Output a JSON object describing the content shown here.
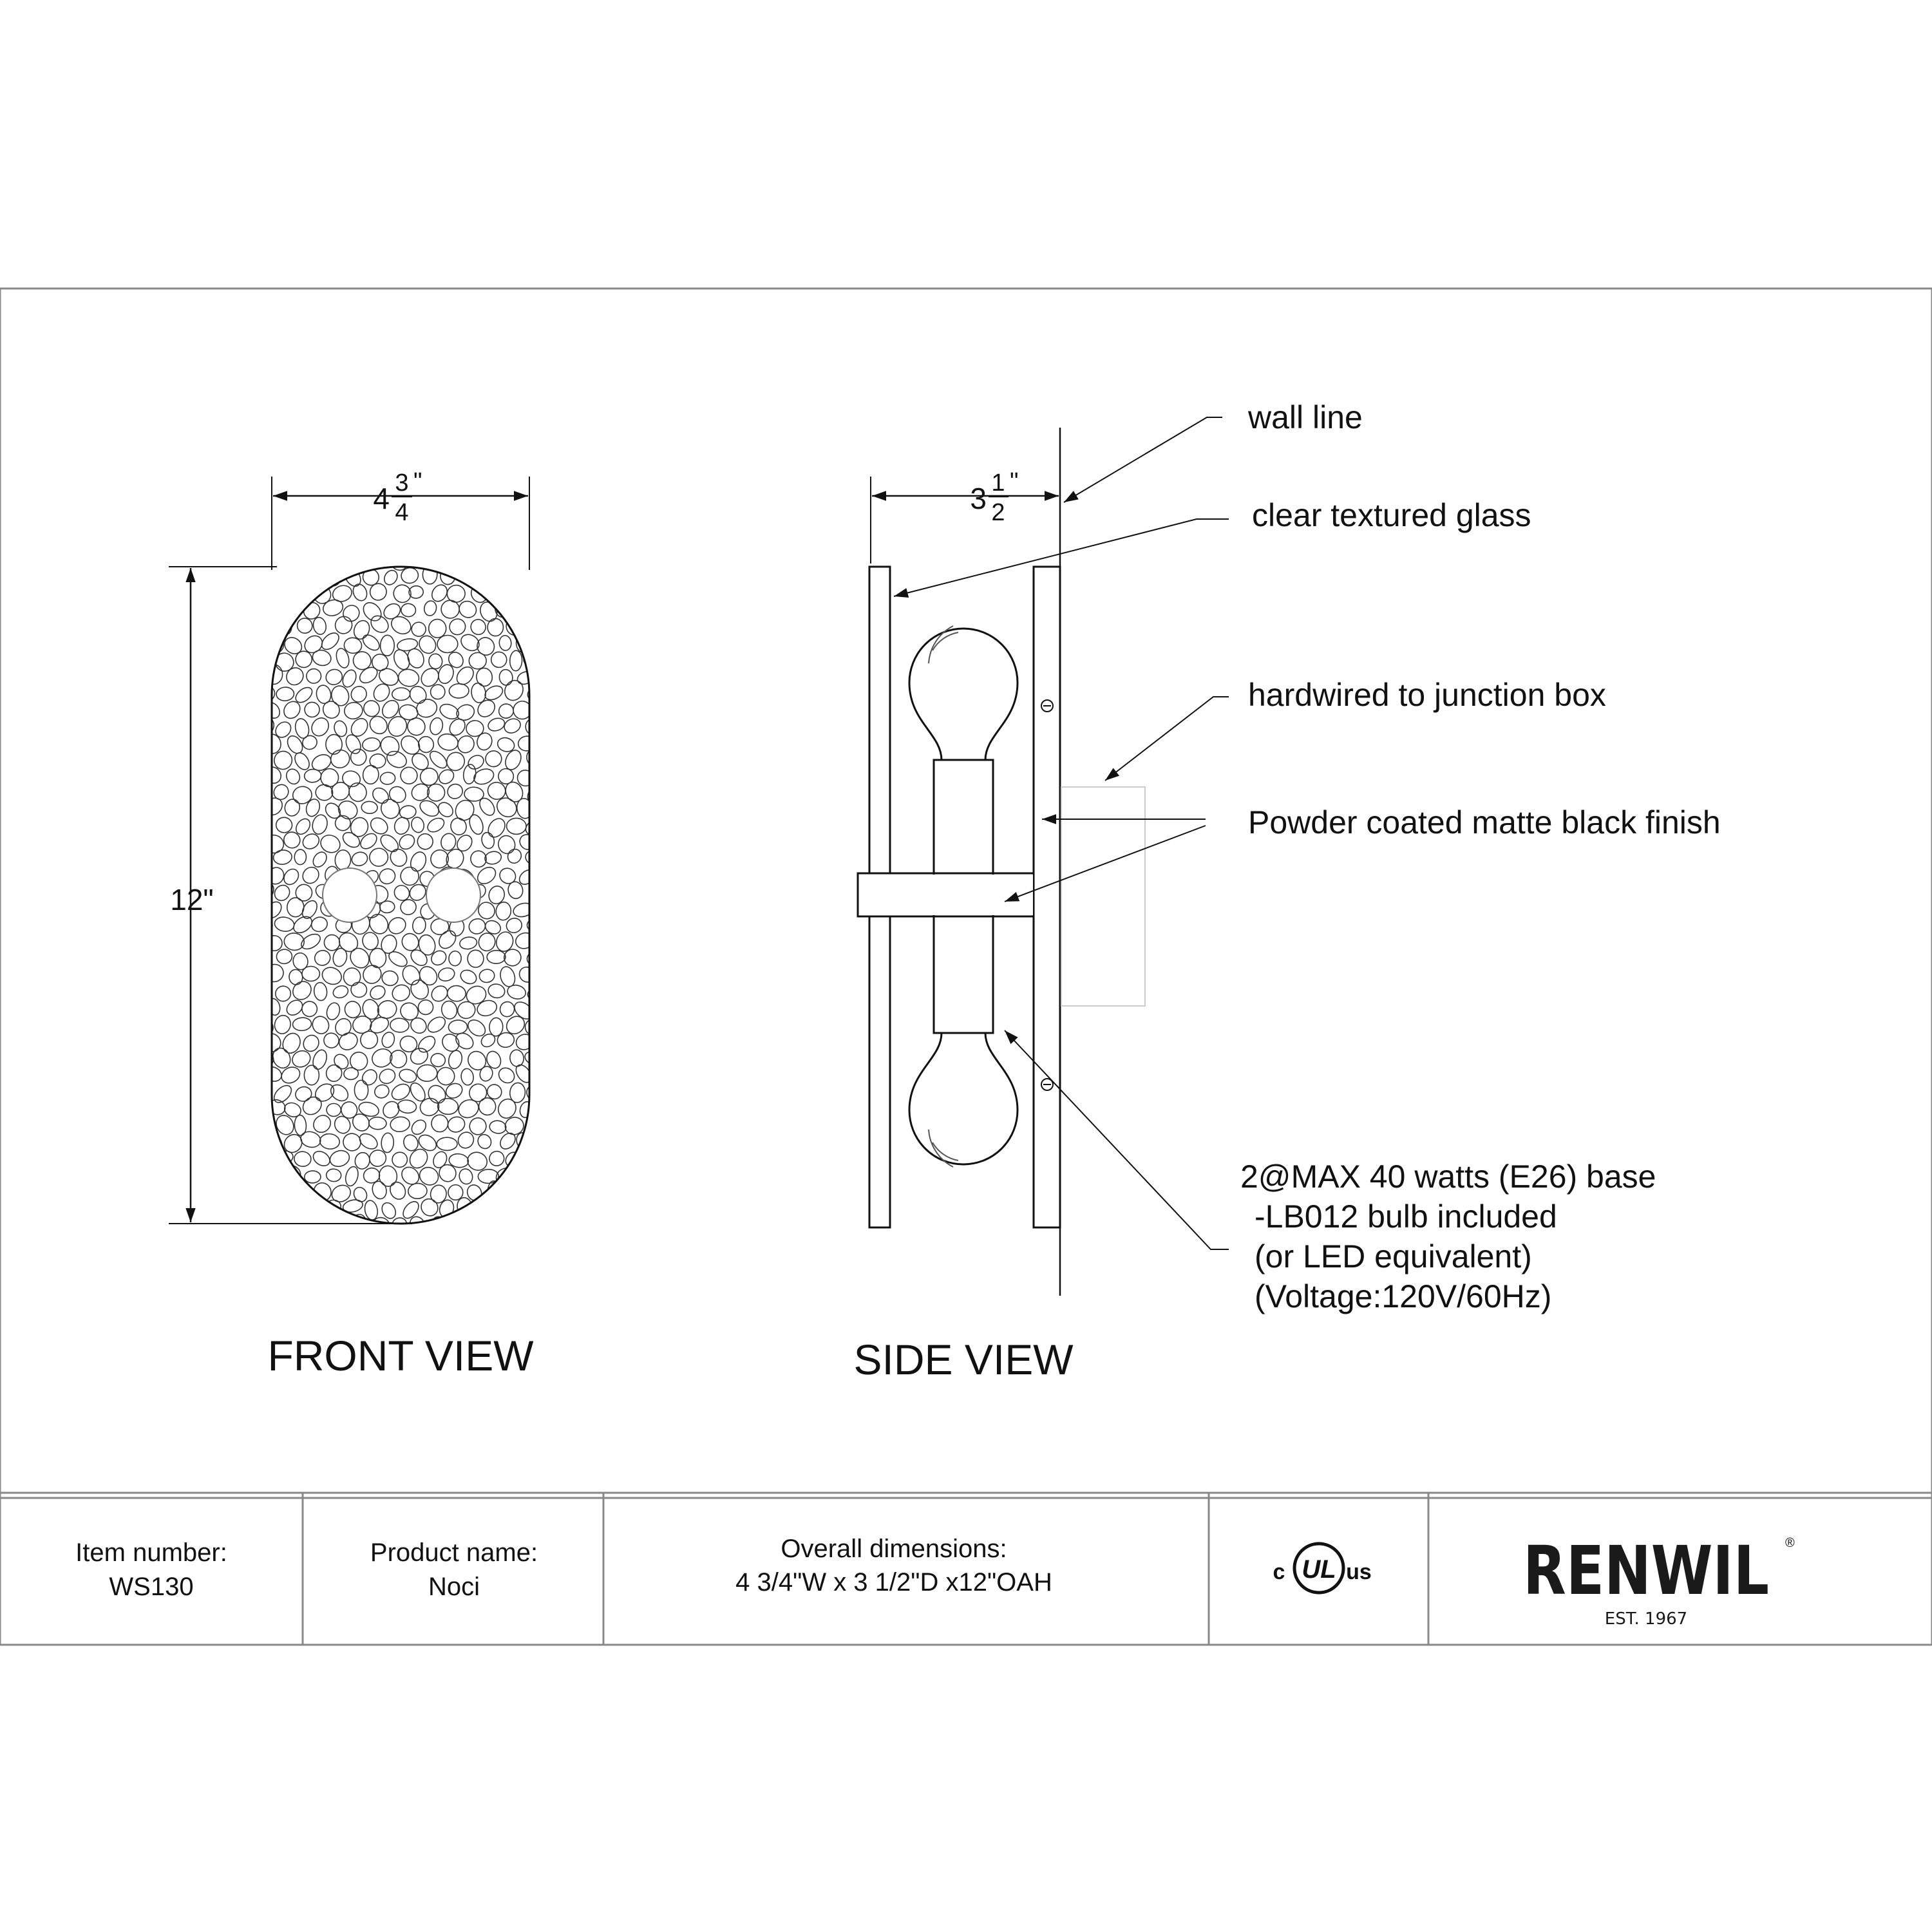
{
  "dimensions": {
    "front_width": {
      "whole": "4",
      "numerator": "3",
      "denominator": "4",
      "unit": "\""
    },
    "front_height": "12\"",
    "side_depth": {
      "whole": "3",
      "numerator": "1",
      "denominator": "2",
      "unit": "\""
    }
  },
  "views": {
    "front": "FRONT VIEW",
    "side": "SIDE VIEW"
  },
  "callouts": {
    "wall_line": "wall line",
    "glass": "clear textured glass",
    "hardwired": "hardwired to junction box",
    "finish": "Powder coated matte black finish",
    "bulb_lines": [
      "2@MAX 40 watts (E26) base",
      "-LB012 bulb included",
      "(or LED equivalent)",
      "(Voltage:120V/60Hz)"
    ]
  },
  "title_block": {
    "item_label": "Item number:",
    "item_value": "WS130",
    "product_label": "Product name:",
    "product_value": "Noci",
    "dims_label": "Overall dimensions:",
    "dims_value": "4 3/4\"W x 3 1/2\"D x12\"OAH",
    "cert": {
      "c": "c",
      "ul": "UL",
      "us": "us"
    },
    "logo": {
      "name": "RENWIL",
      "registered": "®",
      "est": "EST. 1967"
    }
  }
}
